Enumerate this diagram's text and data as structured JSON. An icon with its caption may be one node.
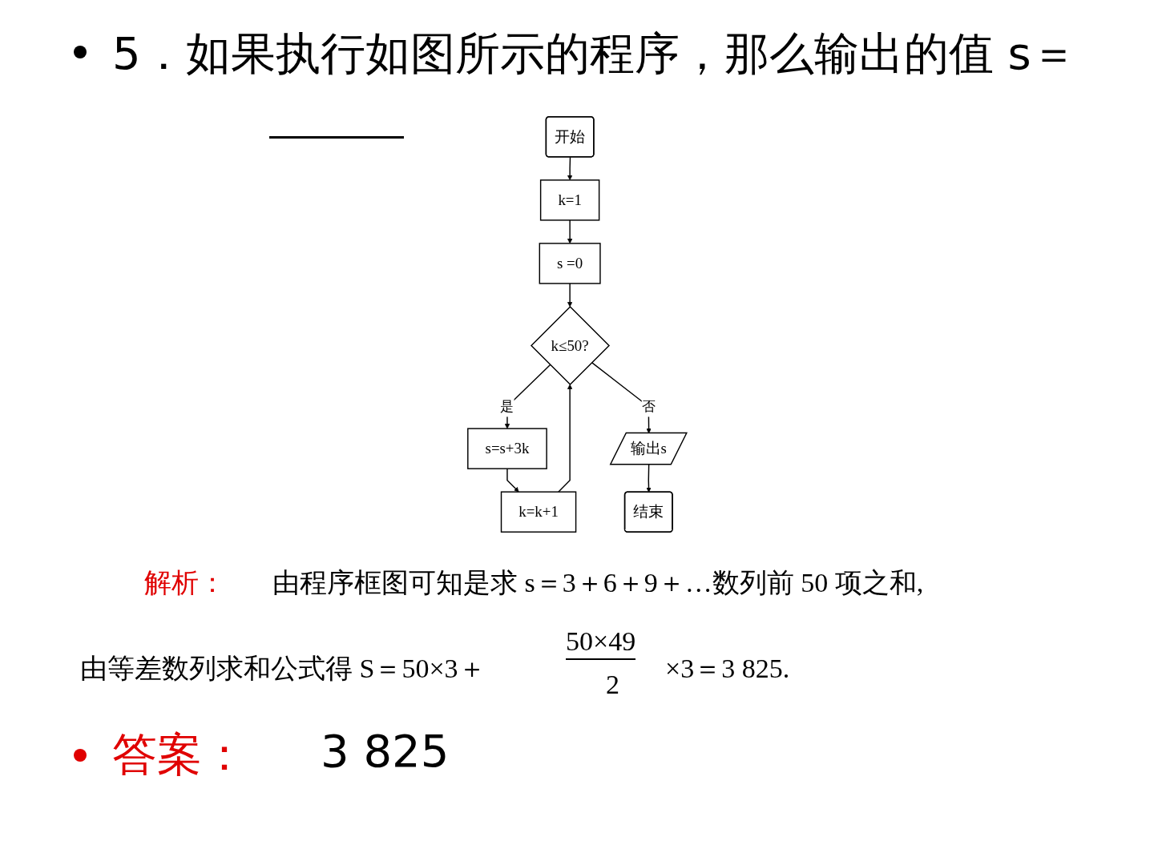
{
  "diagram": {
    "title": "5．如果执行如图所示的程序，那么输出的值 s＝",
    "nodes": [
      {
        "text": [
          "开始"
        ]
      },
      {
        "text": [
          "k=1"
        ]
      },
      {
        "text": [
          "s =0"
        ]
      },
      {
        "text": [
          "k≤50?"
        ]
      },
      {
        "text": [
          "s=s+3k"
        ]
      },
      {
        "text": [
          "k=k+1"
        ]
      },
      {
        "text": [
          "输出s"
        ]
      },
      {
        "text": [
          "结束"
        ]
      }
    ],
    "edges": [
      {
        "from": 0,
        "to": 1,
        "arrow": "to"
      },
      {
        "from": 1,
        "to": 2,
        "arrow": "to"
      },
      {
        "from": 2,
        "to": 3,
        "arrow": "to"
      },
      {
        "from": 3,
        "to": 4,
        "arrow": "to",
        "label": "是"
      },
      {
        "from": 4,
        "to": 5,
        "arrow": "to"
      },
      {
        "from": 5,
        "to": 3,
        "arrow": "to"
      },
      {
        "from": 3,
        "to": 6,
        "arrow": "to",
        "label": "否"
      },
      {
        "from": 6,
        "to": 7,
        "arrow": "to"
      }
    ],
    "labels": [
      "解析：",
      "由程序框图可知是求 s＝3＋6＋9＋…数列前 50 项之和,",
      "由等差数列求和公式得 S＝50×3＋",
      "50×49",
      "2",
      "×3＝3 825.",
      "答案：",
      "3 825"
    ]
  }
}
